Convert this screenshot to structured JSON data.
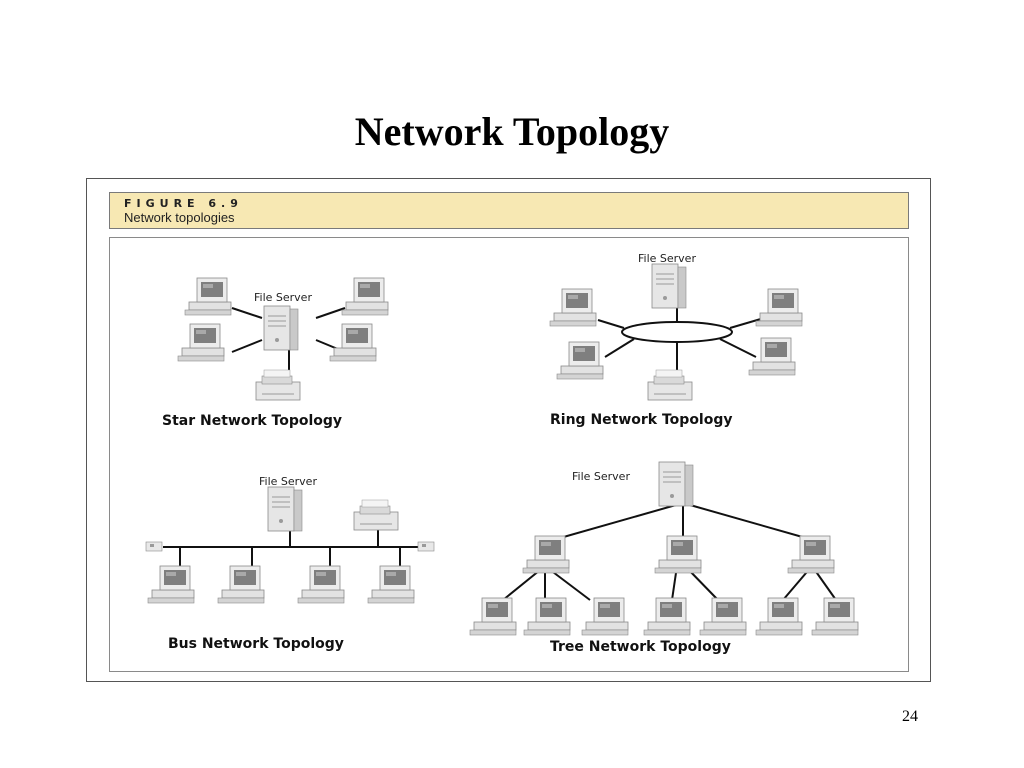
{
  "slide": {
    "title": "Network Topology",
    "page_number": "24"
  },
  "figure": {
    "label": "FIGURE 6.9",
    "caption": "Network topologies"
  },
  "diagram": {
    "file_server_label": "File Server",
    "topologies": {
      "star": "Star Network Topology",
      "ring": "Ring Network Topology",
      "bus": "Bus Network Topology",
      "tree": "Tree Network Topology"
    }
  },
  "colors": {
    "header_bg": "#f7e8b3",
    "device_body": "#e6e6e6",
    "screen": "#7f7f7f"
  }
}
